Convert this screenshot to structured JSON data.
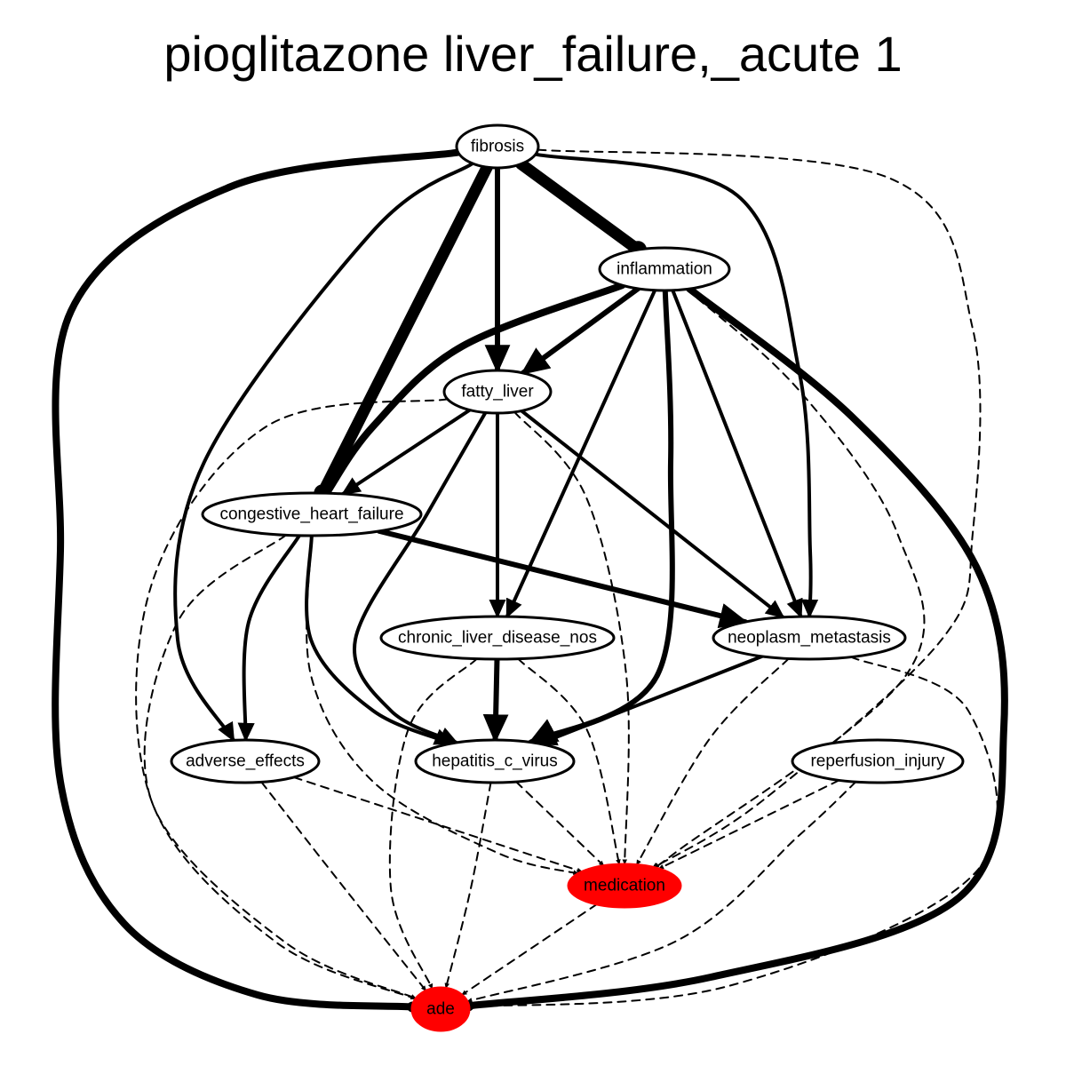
{
  "title": "pioglitazone liver_failure,_acute 1",
  "colors": {
    "highlight": "#ff0000",
    "stroke": "#000000",
    "node_fill": "#ffffff"
  },
  "nodes": [
    {
      "id": "fibrosis",
      "label": "fibrosis",
      "highlight": false
    },
    {
      "id": "inflammation",
      "label": "inflammation",
      "highlight": false
    },
    {
      "id": "fatty_liver",
      "label": "fatty_liver",
      "highlight": false
    },
    {
      "id": "congestive_heart_failure",
      "label": "congestive_heart_failure",
      "highlight": false
    },
    {
      "id": "chronic_liver_disease_nos",
      "label": "chronic_liver_disease_nos",
      "highlight": false
    },
    {
      "id": "neoplasm_metastasis",
      "label": "neoplasm_metastasis",
      "highlight": false
    },
    {
      "id": "adverse_effects",
      "label": "adverse_effects",
      "highlight": false
    },
    {
      "id": "hepatitis_c_virus",
      "label": "hepatitis_c_virus",
      "highlight": false
    },
    {
      "id": "reperfusion_injury",
      "label": "reperfusion_injury",
      "highlight": false
    },
    {
      "id": "medication",
      "label": "medication",
      "highlight": true
    },
    {
      "id": "ade",
      "label": "ade",
      "highlight": true
    }
  ],
  "edges": [
    {
      "from": "fibrosis",
      "to": "inflammation",
      "style": "solid",
      "weight": 6
    },
    {
      "from": "fibrosis",
      "to": "fatty_liver",
      "style": "solid",
      "weight": 3
    },
    {
      "from": "fibrosis",
      "to": "congestive_heart_failure",
      "style": "solid",
      "weight": 6
    },
    {
      "from": "fibrosis",
      "to": "adverse_effects",
      "style": "solid",
      "weight": 2
    },
    {
      "from": "fibrosis",
      "to": "neoplasm_metastasis",
      "style": "solid",
      "weight": 2
    },
    {
      "from": "fibrosis",
      "to": "ade",
      "style": "solid",
      "weight": 4
    },
    {
      "from": "fibrosis",
      "to": "medication",
      "style": "dashed",
      "weight": 1
    },
    {
      "from": "inflammation",
      "to": "fatty_liver",
      "style": "solid",
      "weight": 3
    },
    {
      "from": "inflammation",
      "to": "congestive_heart_failure",
      "style": "solid",
      "weight": 4
    },
    {
      "from": "inflammation",
      "to": "chronic_liver_disease_nos",
      "style": "solid",
      "weight": 2
    },
    {
      "from": "inflammation",
      "to": "neoplasm_metastasis",
      "style": "solid",
      "weight": 2
    },
    {
      "from": "inflammation",
      "to": "hepatitis_c_virus",
      "style": "solid",
      "weight": 3
    },
    {
      "from": "inflammation",
      "to": "ade",
      "style": "solid",
      "weight": 4
    },
    {
      "from": "inflammation",
      "to": "medication",
      "style": "dashed",
      "weight": 1
    },
    {
      "from": "fatty_liver",
      "to": "congestive_heart_failure",
      "style": "solid",
      "weight": 2
    },
    {
      "from": "fatty_liver",
      "to": "chronic_liver_disease_nos",
      "style": "solid",
      "weight": 2
    },
    {
      "from": "fatty_liver",
      "to": "neoplasm_metastasis",
      "style": "solid",
      "weight": 2
    },
    {
      "from": "fatty_liver",
      "to": "hepatitis_c_virus",
      "style": "solid",
      "weight": 2
    },
    {
      "from": "fatty_liver",
      "to": "medication",
      "style": "dashed",
      "weight": 1
    },
    {
      "from": "fatty_liver",
      "to": "ade",
      "style": "dashed",
      "weight": 1
    },
    {
      "from": "congestive_heart_failure",
      "to": "neoplasm_metastasis",
      "style": "solid",
      "weight": 3
    },
    {
      "from": "congestive_heart_failure",
      "to": "adverse_effects",
      "style": "solid",
      "weight": 2
    },
    {
      "from": "congestive_heart_failure",
      "to": "hepatitis_c_virus",
      "style": "solid",
      "weight": 2
    },
    {
      "from": "congestive_heart_failure",
      "to": "medication",
      "style": "dashed",
      "weight": 1
    },
    {
      "from": "congestive_heart_failure",
      "to": "ade",
      "style": "dashed",
      "weight": 1
    },
    {
      "from": "chronic_liver_disease_nos",
      "to": "hepatitis_c_virus",
      "style": "solid",
      "weight": 3
    },
    {
      "from": "chronic_liver_disease_nos",
      "to": "medication",
      "style": "dashed",
      "weight": 1
    },
    {
      "from": "chronic_liver_disease_nos",
      "to": "ade",
      "style": "dashed",
      "weight": 1
    },
    {
      "from": "neoplasm_metastasis",
      "to": "hepatitis_c_virus",
      "style": "solid",
      "weight": 2
    },
    {
      "from": "neoplasm_metastasis",
      "to": "medication",
      "style": "dashed",
      "weight": 1
    },
    {
      "from": "neoplasm_metastasis",
      "to": "ade",
      "style": "dashed",
      "weight": 1
    },
    {
      "from": "adverse_effects",
      "to": "medication",
      "style": "dashed",
      "weight": 1
    },
    {
      "from": "adverse_effects",
      "to": "ade",
      "style": "dashed",
      "weight": 1
    },
    {
      "from": "hepatitis_c_virus",
      "to": "medication",
      "style": "dashed",
      "weight": 1
    },
    {
      "from": "hepatitis_c_virus",
      "to": "ade",
      "style": "dashed",
      "weight": 1
    },
    {
      "from": "reperfusion_injury",
      "to": "medication",
      "style": "dashed",
      "weight": 1
    },
    {
      "from": "reperfusion_injury",
      "to": "ade",
      "style": "dashed",
      "weight": 1
    },
    {
      "from": "medication",
      "to": "ade",
      "style": "dashed",
      "weight": 1
    }
  ]
}
